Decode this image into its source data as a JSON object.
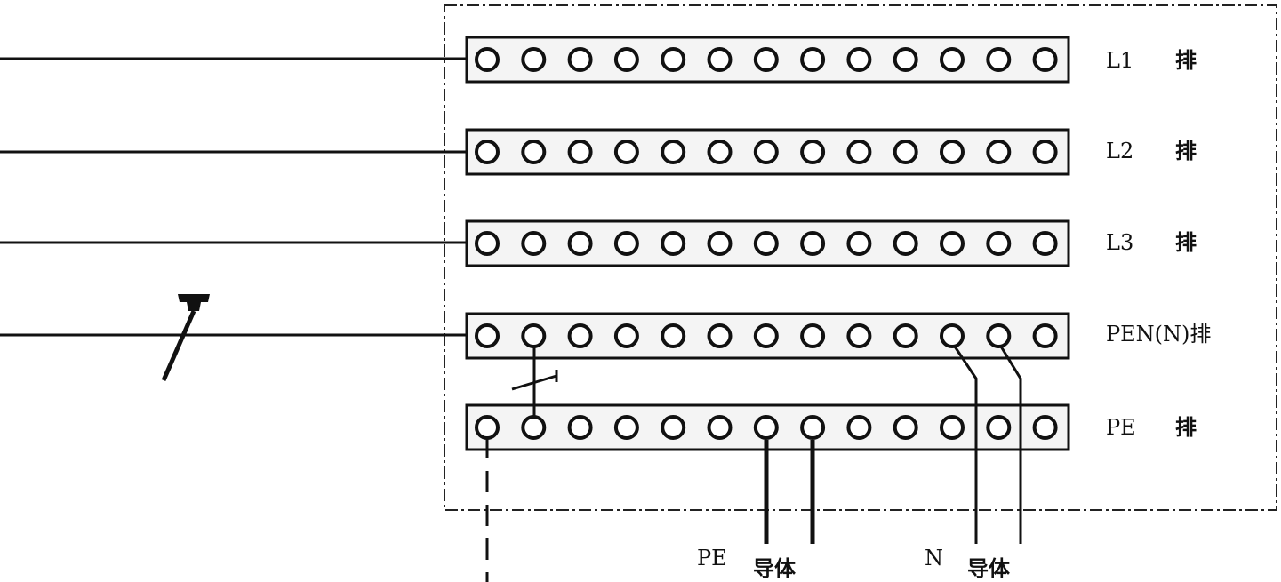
{
  "busbars": [
    {
      "id": "l1",
      "name": "L1",
      "suffix": "排",
      "terminal_count": 13
    },
    {
      "id": "l2",
      "name": "L2",
      "suffix": "排",
      "terminal_count": 13
    },
    {
      "id": "l3",
      "name": "L3",
      "suffix": "排",
      "terminal_count": 13
    },
    {
      "id": "pen",
      "name": "PEN(N)排",
      "suffix": "",
      "terminal_count": 13
    },
    {
      "id": "pe",
      "name": "PE",
      "suffix": "排",
      "terminal_count": 13
    }
  ],
  "bottom_labels": {
    "pe_conductor_prefix": "PE",
    "pe_conductor_text": "导体",
    "n_conductor_prefix": "N",
    "n_conductor_text": "导体"
  }
}
